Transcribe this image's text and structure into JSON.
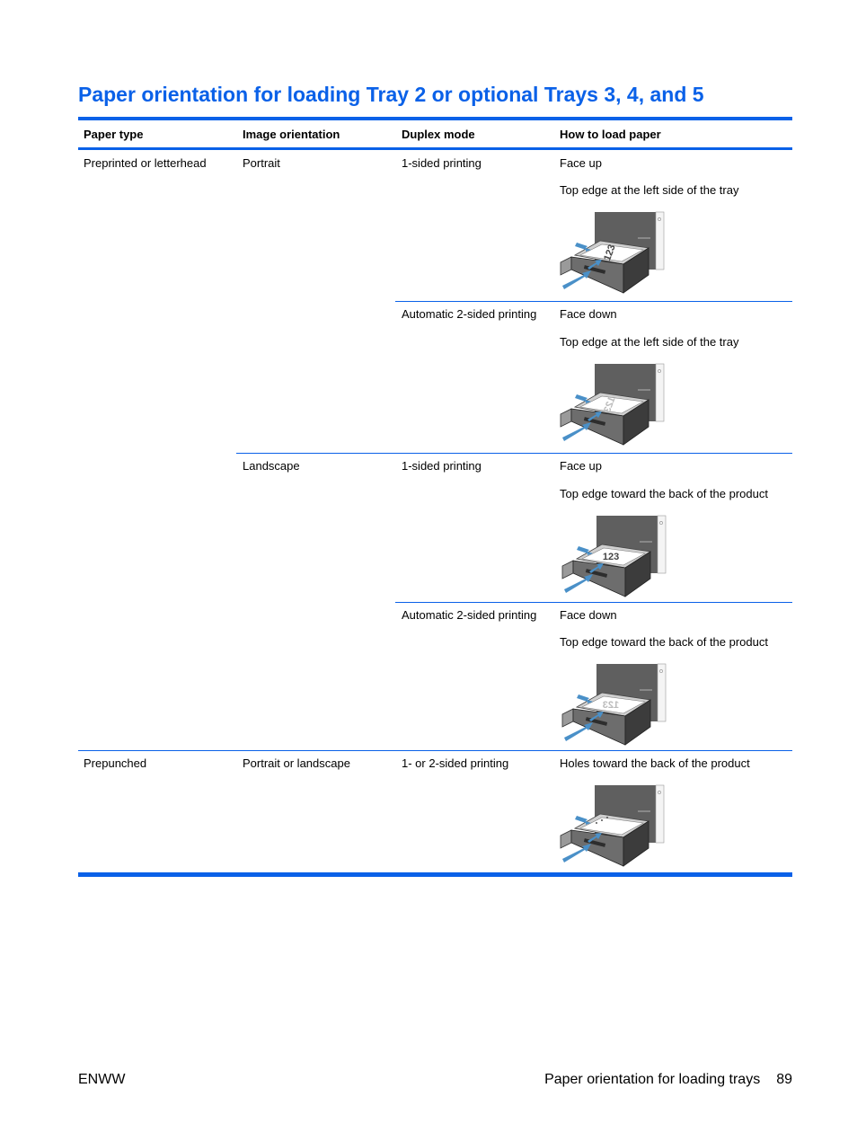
{
  "title": "Paper orientation for loading Tray 2 or optional Trays 3, 4, and 5",
  "table": {
    "headers": [
      "Paper type",
      "Image orientation",
      "Duplex mode",
      "How to load paper"
    ],
    "rows": [
      {
        "paper_type": "Preprinted or letterhead",
        "image_orientation": "Portrait",
        "duplex_mode": "1-sided printing",
        "load_line1": "Face up",
        "load_line2": "Top edge at the left side of the tray",
        "illustration_icon": "tray-portrait-face-up-icon",
        "paper_mark": "123"
      },
      {
        "paper_type": "",
        "image_orientation": "",
        "duplex_mode": "Automatic 2-sided printing",
        "load_line1": "Face down",
        "load_line2": "Top edge at the left side of the tray",
        "illustration_icon": "tray-portrait-face-down-icon",
        "paper_mark": "123"
      },
      {
        "paper_type": "",
        "image_orientation": "Landscape",
        "duplex_mode": "1-sided printing",
        "load_line1": "Face up",
        "load_line2": "Top edge toward the back of the product",
        "illustration_icon": "tray-landscape-face-up-icon",
        "paper_mark": "123"
      },
      {
        "paper_type": "",
        "image_orientation": "",
        "duplex_mode": "Automatic 2-sided printing",
        "load_line1": "Face down",
        "load_line2": "Top edge toward the back of the product",
        "illustration_icon": "tray-landscape-face-down-icon",
        "paper_mark": "123"
      },
      {
        "paper_type": "Prepunched",
        "image_orientation": "Portrait or landscape",
        "duplex_mode": "1- or 2-sided printing",
        "load_line1": "Holes toward the back of the product",
        "load_line2": "",
        "illustration_icon": "tray-prepunched-icon",
        "paper_mark": ""
      }
    ]
  },
  "footer": {
    "left": "ENWW",
    "section": "Paper orientation for loading trays",
    "page_number": "89"
  },
  "colors": {
    "accent": "#0a61e8",
    "arrow": "#4a90c8"
  }
}
